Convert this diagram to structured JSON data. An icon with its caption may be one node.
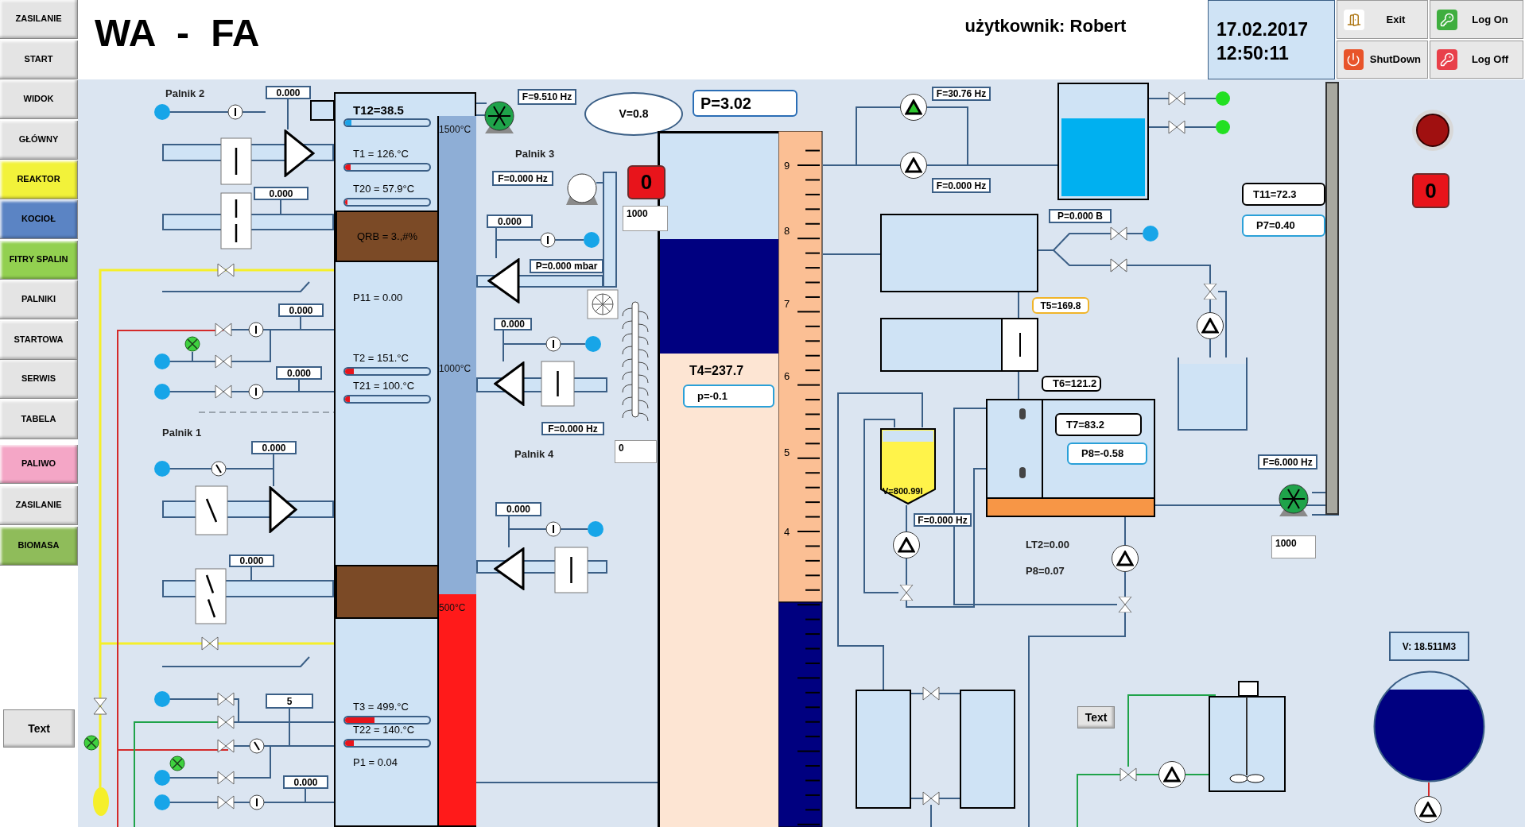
{
  "diagram": {
    "title": "WA - FA",
    "nodes": [
      {
        "text": [
          "T12=38.5",
          "T1 = 126.°C",
          "T20 = 57.9°C",
          "P11 = 0.00",
          "T2 = 151.°C",
          "T21 = 100.°C",
          "T3 = 499.°C",
          "T22 = 140.°C",
          "P1 = 0.04"
        ]
      },
      {
        "text": [
          "QRB = 3.,#%"
        ],
        "in": 0
      },
      {
        "text": [],
        "shape": "bar",
        "in": 0
      },
      {
        "text": [
          "V=0.8"
        ]
      },
      {
        "text": [
          "P=3.02"
        ]
      },
      {
        "text": [
          "T4=237.7"
        ]
      },
      {
        "text": [
          "p=-0.1"
        ],
        "in": 5
      },
      {
        "text": [
          "0"
        ]
      },
      {
        "text": [
          "1000"
        ]
      },
      {
        "text": [
          "0"
        ]
      },
      {
        "text": [],
        "shape": "box"
      },
      {
        "text": [],
        "shape": "box"
      },
      {
        "text": [],
        "shape": "box"
      },
      {
        "text": [],
        "shape": "box"
      },
      {
        "text": [
          "T7=83.2"
        ],
        "in": 13
      },
      {
        "text": [
          "P8=-0.58"
        ],
        "in": 13
      },
      {
        "text": [
          "V=800.99l"
        ]
      },
      {
        "text": [
          "T11=72.3"
        ]
      },
      {
        "text": [
          "P7=0.40"
        ]
      },
      {
        "text": [
          "0"
        ]
      },
      {
        "text": [
          "T5=169.8"
        ]
      },
      {
        "text": [
          "T6=121.2"
        ]
      },
      {
        "text": [
          "1000"
        ]
      },
      {
        "text": [
          "V: 18.511M3"
        ]
      },
      {
        "text": [],
        "shape": "circle"
      },
      {
        "text": [],
        "shape": "box"
      },
      {
        "text": [],
        "shape": "box"
      },
      {
        "text": [],
        "shape": "box"
      },
      {
        "text": [],
        "shape": "box"
      },
      {
        "text": [],
        "shape": "bar"
      },
      {
        "text": [
          "0.000"
        ]
      },
      {
        "text": [
          "0.000"
        ]
      },
      {
        "text": [
          "0.000"
        ]
      },
      {
        "text": [
          "0.000"
        ]
      },
      {
        "text": [
          "0.000"
        ]
      },
      {
        "text": [
          "0.000"
        ]
      },
      {
        "text": [
          "5"
        ]
      },
      {
        "text": [
          "0.000"
        ]
      },
      {
        "text": [
          "F=9.510 Hz"
        ]
      },
      {
        "text": [
          "F=0.000 Hz"
        ]
      },
      {
        "text": [
          "0.000"
        ]
      },
      {
        "text": [
          "P=0.000 mbar"
        ]
      },
      {
        "text": [
          "0.000"
        ]
      },
      {
        "text": [
          "F=0.000 Hz"
        ]
      },
      {
        "text": [
          "0.000"
        ]
      },
      {
        "text": [
          "F=30.76 Hz"
        ]
      },
      {
        "text": [
          "F=0.000 Hz"
        ]
      },
      {
        "text": [
          "P=0.000 B"
        ]
      },
      {
        "text": [
          "F=0.000 Hz"
        ]
      },
      {
        "text": [
          "F=6.000 Hz"
        ]
      },
      {
        "text": [],
        "shape": "bar"
      },
      {
        "text": [],
        "shape": "bar"
      },
      {
        "text": [],
        "shape": "bar"
      },
      {
        "text": [],
        "shape": "bar"
      },
      {
        "text": [],
        "shape": "bar"
      },
      {
        "text": [],
        "shape": "bar"
      },
      {
        "text": [],
        "shape": "bar"
      },
      {
        "text": [],
        "shape": "bar"
      },
      {
        "text": [],
        "shape": "triangle"
      },
      {
        "text": [],
        "shape": "triangle"
      },
      {
        "text": [],
        "shape": "triangle"
      },
      {
        "text": [],
        "shape": "triangle"
      },
      {
        "text": [],
        "shape": "triangle"
      },
      {
        "text": [],
        "shape": "circle"
      },
      {
        "text": [],
        "shape": "circle"
      },
      {
        "text": [],
        "shape": "circle"
      },
      {
        "text": [],
        "shape": "circle"
      },
      {
        "text": [],
        "shape": "circle"
      },
      {
        "text": [],
        "shape": "circle"
      },
      {
        "text": [],
        "shape": "circle"
      },
      {
        "text": [],
        "shape": "valve"
      },
      {
        "text": [],
        "shape": "valve"
      },
      {
        "text": [],
        "shape": "valve"
      },
      {
        "text": [],
        "shape": "valve"
      },
      {
        "text": [],
        "shape": "circle"
      },
      {
        "text": [],
        "shape": "circle"
      },
      {
        "text": [],
        "shape": "circle"
      },
      {
        "text": [],
        "shape": "circle"
      },
      {
        "text": [],
        "shape": "circle"
      }
    ],
    "edges": [
      {
        "from": 5,
        "to": 64,
        "arrow": "none"
      },
      {
        "from": 64,
        "to": 10,
        "arrow": "none"
      },
      {
        "from": 5,
        "to": 63,
        "arrow": "none"
      },
      {
        "from": 63,
        "to": 10,
        "arrow": "none"
      },
      {
        "from": 5,
        "to": 11,
        "arrow": "none"
      },
      {
        "from": 11,
        "to": 12,
        "arrow": "none"
      },
      {
        "from": 12,
        "to": 13,
        "arrow": "none"
      },
      {
        "from": 0,
        "to": 5,
        "arrow": "none"
      },
      {
        "from": 25,
        "to": 26,
        "arrow": "none"
      },
      {
        "from": 25,
        "to": 26,
        "arrow": "none"
      },
      {
        "from": 13,
        "to": 29,
        "arrow": "none"
      },
      {
        "from": null,
        "to": 68,
        "arrow": "none",
        "color": "#1fa34a"
      },
      {
        "from": 68,
        "to": 27,
        "arrow": "none",
        "color": "#1fa34a"
      },
      {
        "from": 11,
        "to": 73,
        "arrow": "none"
      },
      {
        "from": 65,
        "to": 28,
        "arrow": "none"
      },
      {
        "from": 11,
        "to": null,
        "arrow": "none"
      },
      {
        "from": 30,
        "to": 58,
        "arrow": "none"
      },
      {
        "from": 31,
        "to": 51,
        "arrow": "none"
      },
      {
        "from": 32,
        "to": 0,
        "arrow": "none"
      },
      {
        "from": 33,
        "to": 0,
        "arrow": "none"
      },
      {
        "from": 34,
        "to": 59,
        "arrow": "none"
      },
      {
        "from": 35,
        "to": 53,
        "arrow": "none"
      },
      {
        "from": 36,
        "to": 0,
        "arrow": "none"
      },
      {
        "from": 37,
        "to": 0,
        "arrow": "none"
      },
      {
        "from": 40,
        "to": 60,
        "arrow": "none"
      },
      {
        "from": 42,
        "to": 61,
        "arrow": "none"
      },
      {
        "from": 44,
        "to": 62,
        "arrow": "none"
      },
      {
        "from": 13,
        "to": 67,
        "arrow": "none"
      },
      {
        "from": 67,
        "to": 72,
        "arrow": "none"
      },
      {
        "from": 13,
        "to": 72,
        "arrow": "none"
      },
      {
        "from": 16,
        "to": 66,
        "arrow": "none"
      },
      {
        "from": 66,
        "to": 71,
        "arrow": "none"
      },
      {
        "from": 71,
        "to": 16,
        "arrow": "none"
      },
      {
        "from": 16,
        "to": 25,
        "arrow": "none"
      },
      {
        "from": 24,
        "to": 69,
        "arrow": "none",
        "color": "#d42a2a"
      },
      {
        "from": 10,
        "to": 74,
        "arrow": "none"
      },
      {
        "from": 10,
        "to": 75,
        "arrow": "none"
      },
      {
        "from": 73,
        "to": 70,
        "arrow": "none"
      },
      {
        "from": 70,
        "to": 65,
        "arrow": "none"
      },
      {
        "from": 70,
        "to": 28,
        "arrow": "none"
      },
      {
        "from": 72,
        "to": null,
        "arrow": "none"
      },
      {
        "from": 71,
        "to": 13,
        "arrow": "none"
      },
      {
        "from": 76,
        "to": 60,
        "arrow": "none"
      },
      {
        "from": 77,
        "to": 61,
        "arrow": "none"
      },
      {
        "from": 78,
        "to": 62,
        "arrow": "none"
      }
    ],
    "labels": [
      "ZASILANIE",
      "START",
      "WIDOK",
      "GŁÓWNY",
      "REAKTOR",
      "KOCIOŁ",
      "FITRY SPALIN",
      "PALNIKI",
      "STARTOWA",
      "SERWIS",
      "TABELA",
      "PALIWO",
      "ZASILANIE",
      "BIOMASA",
      "Text",
      "użytkownik: Robert",
      "17.02.2017",
      "12:50:11",
      "Exit",
      "ShutDown",
      "Log On",
      "Log Off",
      "Palnik 2",
      "Palnik 3",
      "Palnik 1",
      "Palnik 4",
      "1500°C",
      "1000°C",
      "500°C",
      "9",
      "8",
      "7",
      "6",
      "5",
      "4",
      "LT2=0.00",
      "P8=0.07",
      "Text"
    ]
  }
}
